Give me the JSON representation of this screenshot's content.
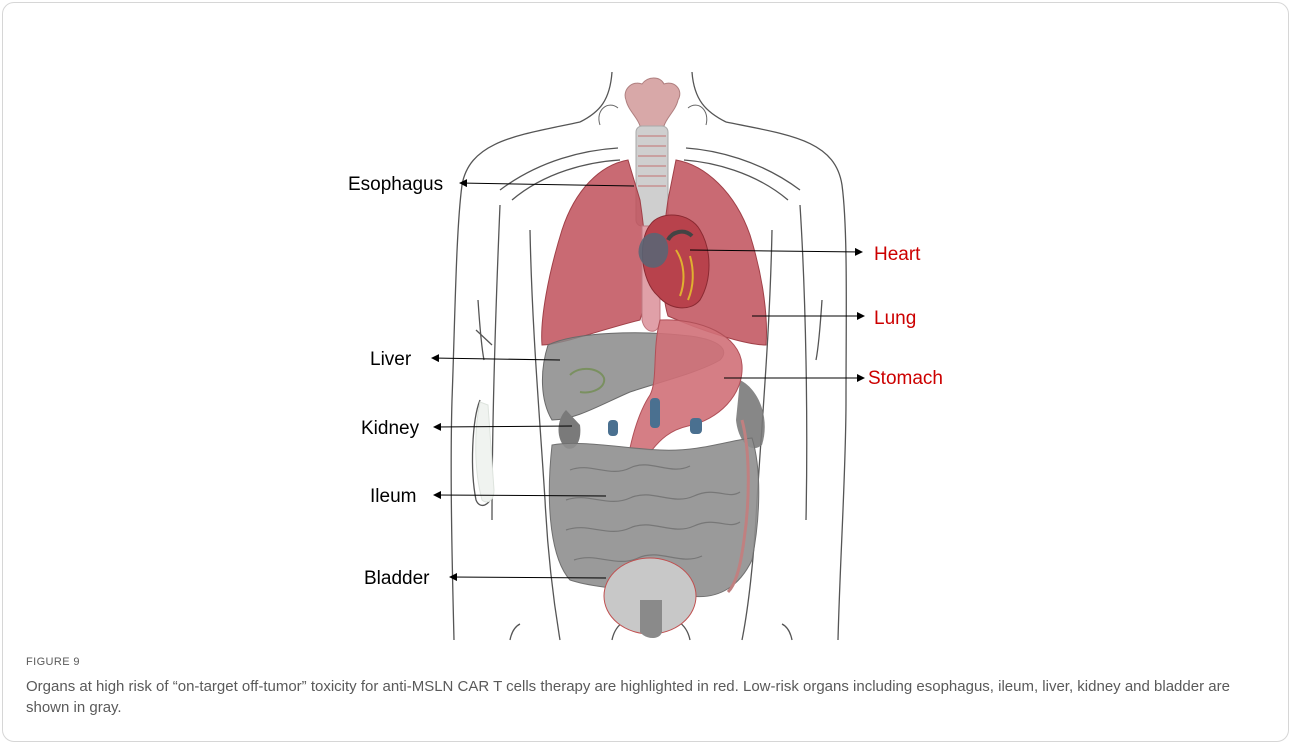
{
  "figure": {
    "labels": [
      {
        "key": "esophagus",
        "text": "Esophagus",
        "risk": "low"
      },
      {
        "key": "heart",
        "text": "Heart",
        "risk": "high"
      },
      {
        "key": "lung",
        "text": "Lung",
        "risk": "high"
      },
      {
        "key": "liver",
        "text": "Liver",
        "risk": "low"
      },
      {
        "key": "stomach",
        "text": "Stomach",
        "risk": "high"
      },
      {
        "key": "kidney",
        "text": "Kidney",
        "risk": "low"
      },
      {
        "key": "ileum",
        "text": "Ileum",
        "risk": "low"
      },
      {
        "key": "bladder",
        "text": "Bladder",
        "risk": "low"
      }
    ],
    "colors": {
      "high_risk_label": "#cc0000",
      "low_risk_label": "#000000",
      "high_risk_organ": "#c0505a",
      "low_risk_organ": "#8a8a8a",
      "body_outline": "#555555"
    }
  },
  "caption": {
    "tag": "FIGURE 9",
    "text": "Organs at high risk of “on-target off-tumor” toxicity for anti-MSLN CAR T cells therapy are highlighted in red. Low-risk organs including esophagus, ileum, liver, kidney and bladder are shown in gray."
  }
}
